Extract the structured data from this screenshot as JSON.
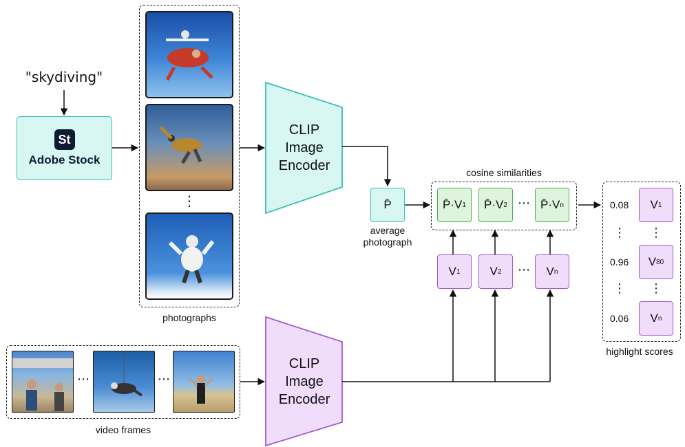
{
  "query": "\"skydiving\"",
  "stock": {
    "logo": "St",
    "label": "Adobe Stock"
  },
  "photographs_label": "photographs",
  "ellipsis_vertical": "⋮",
  "ellipsis_horizontal": "⋯",
  "encoder_top": {
    "line1": "CLIP",
    "line2": "Image",
    "line3": "Encoder"
  },
  "encoder_bottom": {
    "line1": "CLIP",
    "line2": "Image",
    "line3": "Encoder"
  },
  "average": {
    "symbol": "P̄",
    "caption_line1": "average",
    "caption_line2": "photograph"
  },
  "cosine_label": "cosine similarities",
  "similarities": [
    {
      "text": "P̄·V",
      "sub": "1"
    },
    {
      "text": "P̄·V",
      "sub": "2"
    },
    {
      "text": "P̄·V",
      "sub": "n"
    }
  ],
  "frame_vectors": [
    {
      "text": "V",
      "sub": "1"
    },
    {
      "text": "V",
      "sub": "2"
    },
    {
      "text": "V",
      "sub": "n"
    }
  ],
  "video_label": "video frames",
  "highlight_label": "highlight scores",
  "highlights": [
    {
      "score": "0.08",
      "text": "V",
      "sub": "1"
    },
    {
      "score": "0.96",
      "text": "V",
      "sub": "80"
    },
    {
      "score": "0.06",
      "text": "V",
      "sub": "n"
    }
  ],
  "colors": {
    "teal_fill": "#d8f7f3",
    "teal_stroke": "#38c0b6",
    "green_fill": "#dff4dc",
    "green_stroke": "#4cb050",
    "purple_fill": "#efddfb",
    "purple_stroke": "#a35bd3"
  }
}
